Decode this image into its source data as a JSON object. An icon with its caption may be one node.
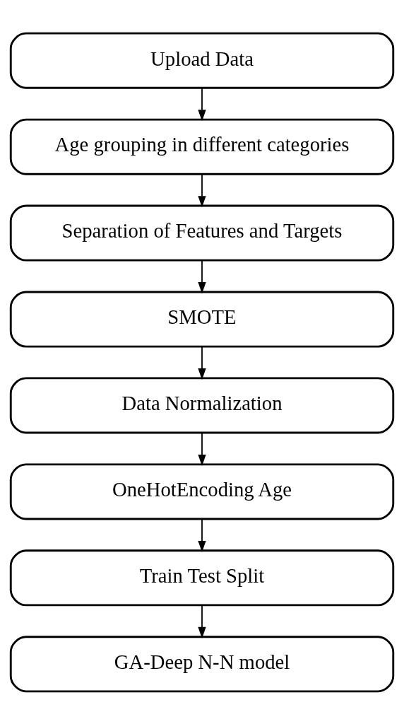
{
  "diagram": {
    "nodes": [
      {
        "text": [
          "Upload Data"
        ]
      },
      {
        "text": [
          "Age grouping in different categories"
        ]
      },
      {
        "text": [
          "Separation of Features and Targets"
        ]
      },
      {
        "text": [
          "SMOTE"
        ]
      },
      {
        "text": [
          "Data Normalization"
        ]
      },
      {
        "text": [
          "OneHotEncoding Age"
        ]
      },
      {
        "text": [
          "Train Test Split"
        ]
      },
      {
        "text": [
          "GA-Deep N-N model"
        ]
      }
    ],
    "edges": [
      {
        "from": 0,
        "to": 1,
        "arrow": "to"
      },
      {
        "from": 1,
        "to": 2,
        "arrow": "to"
      },
      {
        "from": 2,
        "to": 3,
        "arrow": "to"
      },
      {
        "from": 3,
        "to": 4,
        "arrow": "to"
      },
      {
        "from": 4,
        "to": 5,
        "arrow": "to"
      },
      {
        "from": 5,
        "to": 6,
        "arrow": "to"
      },
      {
        "from": 6,
        "to": 7,
        "arrow": "to"
      }
    ]
  }
}
